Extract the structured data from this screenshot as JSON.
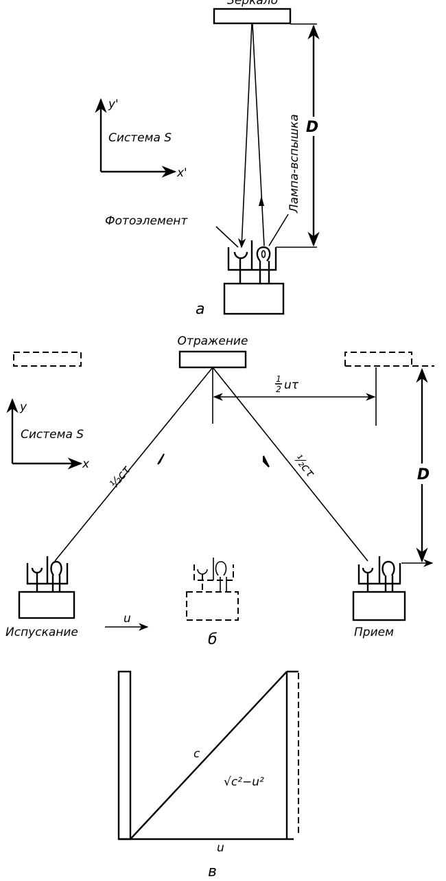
{
  "panel_a": {
    "mirror_label": "Зеркало",
    "axis_y": "y'",
    "axis_x": "x'",
    "system_label": "Система S",
    "distance_label": "D",
    "photocell_label": "Фотоэлемент",
    "lamp_label": "Лампа-вспышка",
    "panel_letter": "а"
  },
  "panel_b": {
    "mirror_label": "Отражение",
    "axis_y": "y",
    "axis_x": "x",
    "system_label": "Система S",
    "half_ut_num": "1",
    "half_ut_den": "2",
    "half_ut_var": "uτ",
    "half_ct_left": "½cτ",
    "half_ct_right": "½cτ",
    "distance_label": "D",
    "emission_label": "Испускание",
    "velocity_label": "u",
    "reception_label": "Прием",
    "panel_letter": "б"
  },
  "panel_c": {
    "hypotenuse_label": "c",
    "vertical_label": "√c²−u²",
    "base_label": "u",
    "panel_letter": "в"
  }
}
